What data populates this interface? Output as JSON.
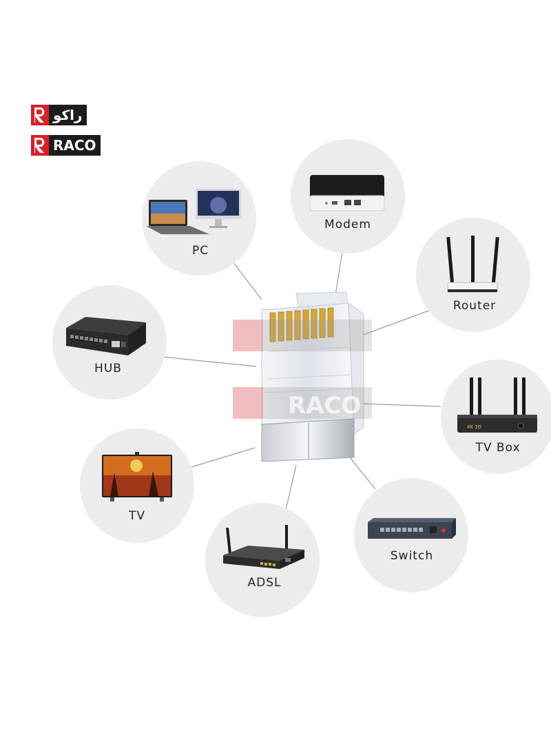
{
  "brand": {
    "name_ar": "راكو",
    "name_en": "RACO",
    "accent": "#d8202b",
    "dark": "#1c1c1c"
  },
  "devices": {
    "pc": "PC",
    "modem": "Modem",
    "router": "Router",
    "hub": "HUB",
    "tv_box": "TV Box",
    "tv": "TV",
    "adsl": "ADSL",
    "switch": "Switch"
  },
  "tv_box_screen": "4K 3D",
  "center_icon": "rj45-connector-icon"
}
